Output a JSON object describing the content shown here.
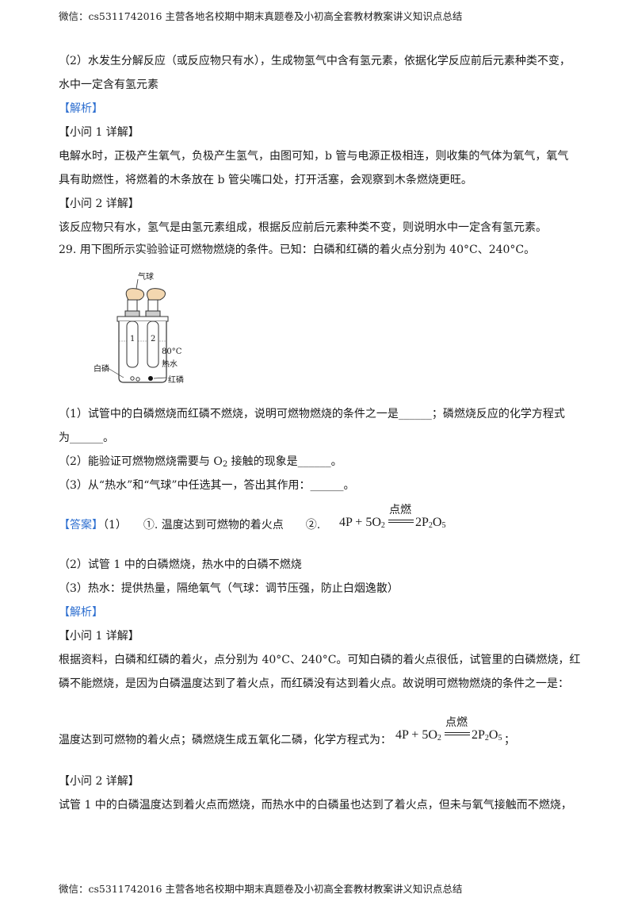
{
  "header": "微信：cs5311742016 主营各地名校期中期末真题卷及小初高全套教材教案讲义知识点总结",
  "footer": "微信：cs5311742016 主营各地名校期中期末真题卷及小初高全套教材教案讲义知识点总结",
  "lines": {
    "l1": "（2）水发生分解反应（或反应物只有水），生成物氢气中含有氢元素，依据化学反应前后元素种类不变，",
    "l2": "水中一定含有氢元素",
    "l3": "【解析】",
    "l4": "【小问 1 详解】",
    "l5": "电解水时，正极产生氧气，负极产生氢气，由图可知，b 管与电源正极相连，则收集的气体为氧气，氧气",
    "l6": "具有助燃性，将燃着的木条放在 b 管尖嘴口处，打开活塞，会观察到木条燃烧更旺。",
    "l7": "【小问 2 详解】",
    "l8": "该反应物只有水，氢气是由氢元素组成，根据反应前后元素种类不变，则说明水中一定含有氢元素。",
    "l9": "29. 用下图所示实验验证可燃物燃烧的条件。已知：白磷和红磷的着火点分别为 40°C、240°C。",
    "q1a": "（1）试管中的白磷燃烧而红磷不燃烧，说明可燃物燃烧的条件之一是______；磷燃烧反应的化学方程式",
    "q1b": "为______。",
    "q2": "（2）能验证可燃物燃烧需要与 O",
    "q2sub": "2",
    "q2b": " 接触的现象是______。",
    "q3": "（3）从“热水”和“气球”中任选其一，答出其作用：______。",
    "ans_tag": "【答案】",
    "ans1": "（1）　　①. 温度达到可燃物的着火点　　②.",
    "ans2": "（2）试管 1 中的白磷燃烧，热水中的白磷不燃烧",
    "ans3": "（3）热水：提供热量，隔绝氧气（气球：调节压强，防止白烟逸散）",
    "jiexi": "【解析】",
    "s1": "【小问 1 详解】",
    "p1": "根据资料，白磷和红磷的着火，点分别为 40°C、240°C。可知白磷的着火点很低，试管里的白磷燃烧，红",
    "p2": "磷不能燃烧，是因为白磷温度达到了着火点，而红磷没有达到着火点。故说明可燃物燃烧的条件之一是：",
    "p3": "温度达到可燃物的着火点；磷燃烧生成五氧化二磷，化学方程式为：",
    "p3end": "；",
    "s2": "【小问 2 详解】",
    "p4": "试管 1 中的白磷温度达到着火点而燃烧，而热水中的白磷虽也达到了着火点，但未与氧气接触而不燃烧，"
  },
  "equation": {
    "lhs": "4P + 5O",
    "lhs_sub": "2",
    "condition": "点燃",
    "rhs_a": "2P",
    "rhs_sub1": "2",
    "rhs_b": "O",
    "rhs_sub2": "5"
  },
  "figure": {
    "balloon": "气球",
    "tube1": "1",
    "tube2": "2",
    "temp": "80°C",
    "hot_water": "热水",
    "white_p": "白磷",
    "red_p": "红磷"
  }
}
